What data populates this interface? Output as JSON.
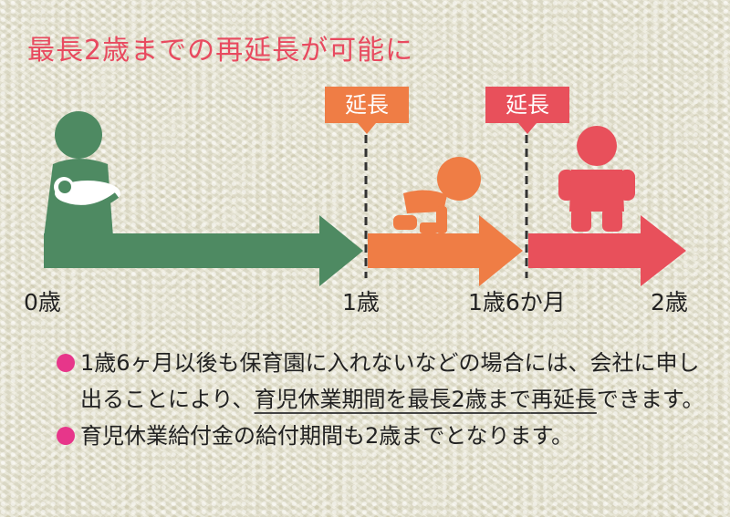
{
  "title": "最長2歳までの再延長が可能に",
  "markers": [
    {
      "label": "延長",
      "color": "#ef7d45"
    },
    {
      "label": "延長",
      "color": "#e8505b"
    }
  ],
  "ages": [
    "0歳",
    "1歳",
    "1歳6か月",
    "2歳"
  ],
  "arrows": [
    {
      "color": "#4e8a62"
    },
    {
      "color": "#ef7d45"
    },
    {
      "color": "#e8505b"
    }
  ],
  "bullet_color": "#e7368a",
  "notes": {
    "note1_part1": "1歳6ヶ月以後も保育園に入れないなどの場合には、会社に申し出ることにより、",
    "note1_ul1": "育児休業期間を最長2歳まで",
    "note1_ul2": "再延長",
    "note1_part2": "できます。",
    "note2": "育児休業給付金の給付期間も2歳までとなります。"
  }
}
